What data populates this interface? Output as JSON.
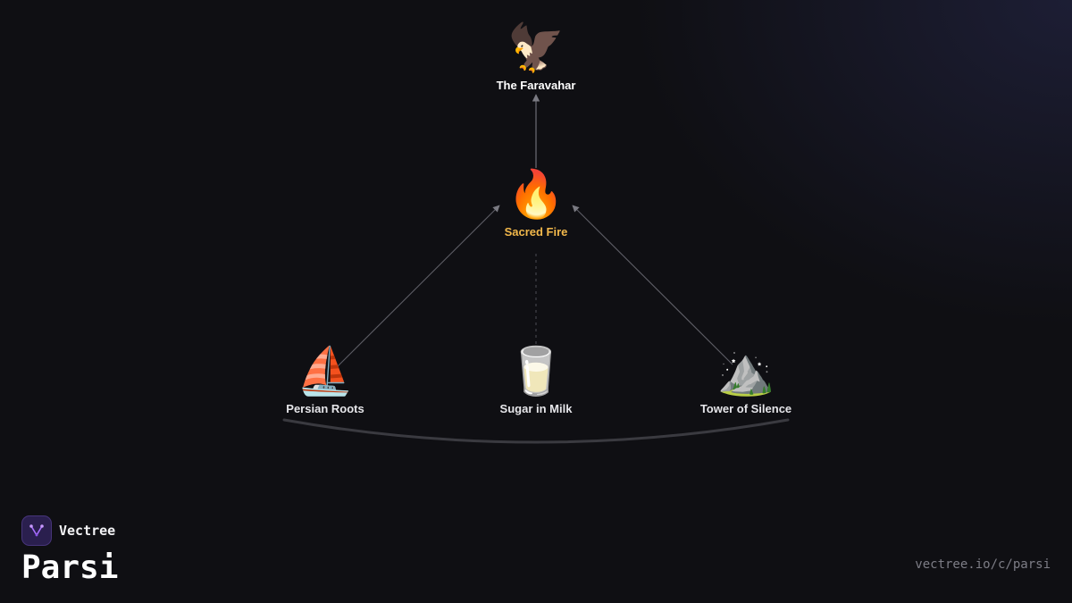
{
  "nodes": {
    "top": {
      "icon": "eagle-icon",
      "glyph": "🦅",
      "label": "The Faravahar"
    },
    "center": {
      "icon": "fire-icon",
      "glyph": "🔥",
      "label": "Sacred Fire"
    },
    "left": {
      "icon": "sailboat-icon",
      "glyph": "⛵",
      "label": "Persian Roots"
    },
    "middle": {
      "icon": "milk-glass-icon",
      "glyph": "🥛",
      "label": "Sugar in Milk"
    },
    "right": {
      "icon": "mountain-icon",
      "glyph": "⛰️",
      "label": "Tower of Silence"
    }
  },
  "brand": {
    "name": "Vectree",
    "icon": "vectree-logo-icon"
  },
  "page": {
    "title": "Parsi"
  },
  "footer": {
    "url": "vectree.io/c/parsi"
  },
  "colors": {
    "background": "#0f0f13",
    "center_label": "#f2b84b",
    "link": "#6f6f78"
  }
}
